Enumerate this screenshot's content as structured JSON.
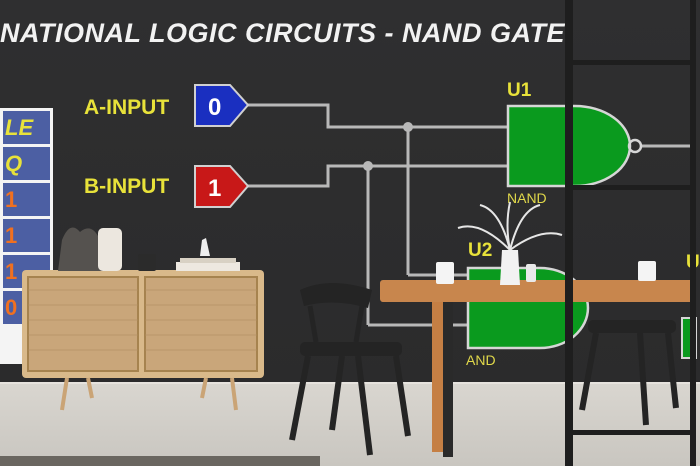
{
  "title": "NATIONAL LOGIC CIRCUITS - NAND GATE",
  "inputs": {
    "a_label": "A-INPUT",
    "a_value": "0",
    "b_label": "B-INPUT",
    "b_value": "1"
  },
  "gates": {
    "u1_label": "U1",
    "u1_type": "NAND",
    "u2_label": "U2",
    "u2_type": "AND",
    "u3_label": "U"
  },
  "truth_table": {
    "header_1": "LE",
    "header_2": "Q",
    "values": [
      "1",
      "1",
      "1",
      "0"
    ]
  },
  "colors": {
    "wall": "#2e2e2e",
    "gate_green": "#0a9a1e",
    "input_a_blue": "#1a2fc0",
    "input_b_red": "#c81818",
    "label_yellow": "#e8e23a"
  }
}
